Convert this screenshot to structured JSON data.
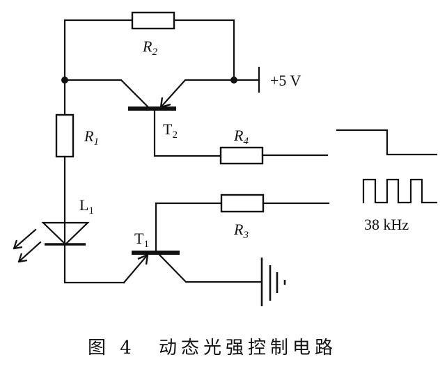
{
  "diagram": {
    "type": "circuit-schematic",
    "components": {
      "R1": {
        "kind": "resistor",
        "label": "R",
        "sub": "1"
      },
      "R2": {
        "kind": "resistor",
        "label": "R",
        "sub": "2"
      },
      "R3": {
        "kind": "resistor",
        "label": "R",
        "sub": "3"
      },
      "R4": {
        "kind": "resistor",
        "label": "R",
        "sub": "4"
      },
      "T1": {
        "kind": "npn-transistor",
        "label": "T",
        "sub": "1"
      },
      "T2": {
        "kind": "pnp-transistor",
        "label": "T",
        "sub": "2"
      },
      "L1": {
        "kind": "led",
        "label": "L",
        "sub": "1"
      },
      "supply": {
        "kind": "supply-terminal",
        "label": "+5 V"
      },
      "ground": {
        "kind": "ground"
      }
    },
    "signals": {
      "r4_input": {
        "kind": "step-high-to-low"
      },
      "r3_input": {
        "kind": "square-wave",
        "cycles": 3,
        "label": "38 kHz"
      }
    },
    "caption": {
      "figure": "图 4",
      "title": "动态光强控制电路"
    }
  }
}
